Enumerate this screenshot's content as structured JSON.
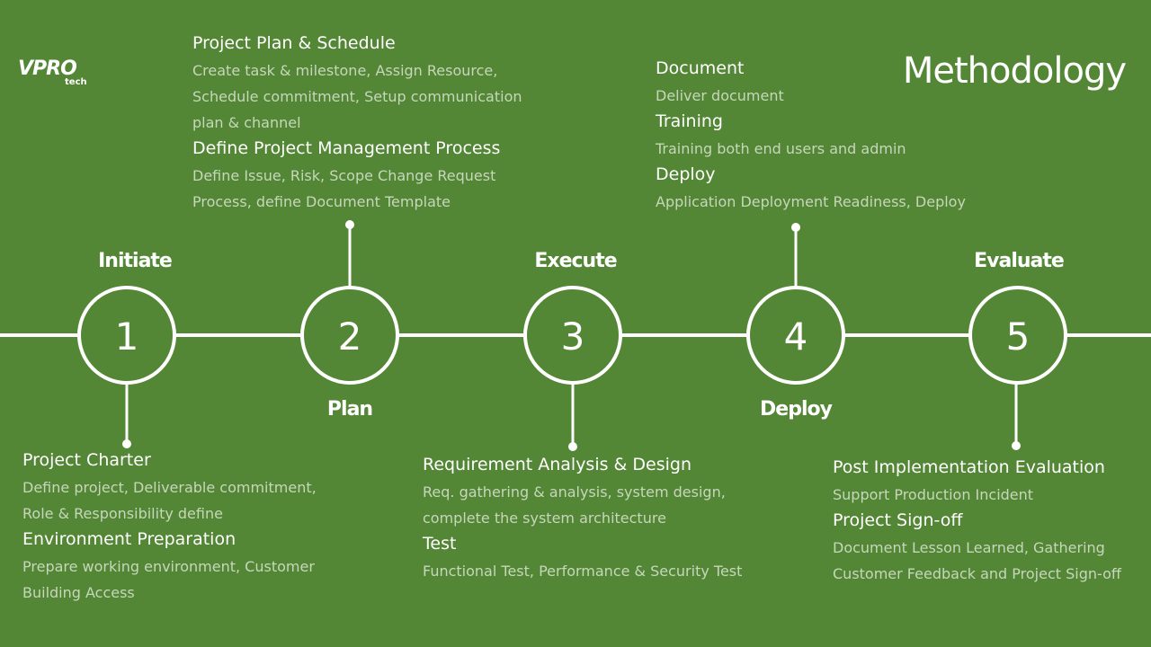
{
  "title": "Methodology",
  "logo": {
    "main": "VPRO",
    "sub": "tech"
  },
  "stages": [
    {
      "number": "1",
      "label": "Initiate"
    },
    {
      "number": "2",
      "label": "Plan"
    },
    {
      "number": "3",
      "label": "Execute"
    },
    {
      "number": "4",
      "label": "Deploy"
    },
    {
      "number": "5",
      "label": "Evaluate"
    }
  ],
  "details": {
    "initiate": [
      {
        "heading": "Project Charter",
        "desc": "Define project, Deliverable commitment, Role & Responsibility define"
      },
      {
        "heading": "Environment Preparation",
        "desc": "Prepare working environment, Customer Building Access"
      }
    ],
    "plan": [
      {
        "heading": "Project Plan & Schedule",
        "desc": "Create task & milestone, Assign Resource, Schedule commitment, Setup communication plan & channel"
      },
      {
        "heading": "Define Project Management Process",
        "desc": "Define Issue, Risk, Scope Change Request Process, define Document Template"
      }
    ],
    "execute": [
      {
        "heading": "Requirement Analysis & Design",
        "desc": "Req. gathering & analysis, system design, complete the system architecture"
      },
      {
        "heading": "Test",
        "desc": "Functional Test, Performance & Security Test"
      }
    ],
    "deploy": [
      {
        "heading": "Document",
        "desc": "Deliver document"
      },
      {
        "heading": "Training",
        "desc": "Training both end users and admin"
      },
      {
        "heading": "Deploy",
        "desc": "Application Deployment Readiness, Deploy"
      }
    ],
    "evaluate": [
      {
        "heading": "Post Implementation Evaluation",
        "desc": "Support Production Incident"
      },
      {
        "heading": "Project Sign-off",
        "desc": "Document Lesson Learned, Gathering Customer Feedback and Project Sign-off"
      }
    ]
  },
  "colors": {
    "background": "#538635",
    "line": "#ffffff",
    "desc_text": "#c6d7bb"
  }
}
